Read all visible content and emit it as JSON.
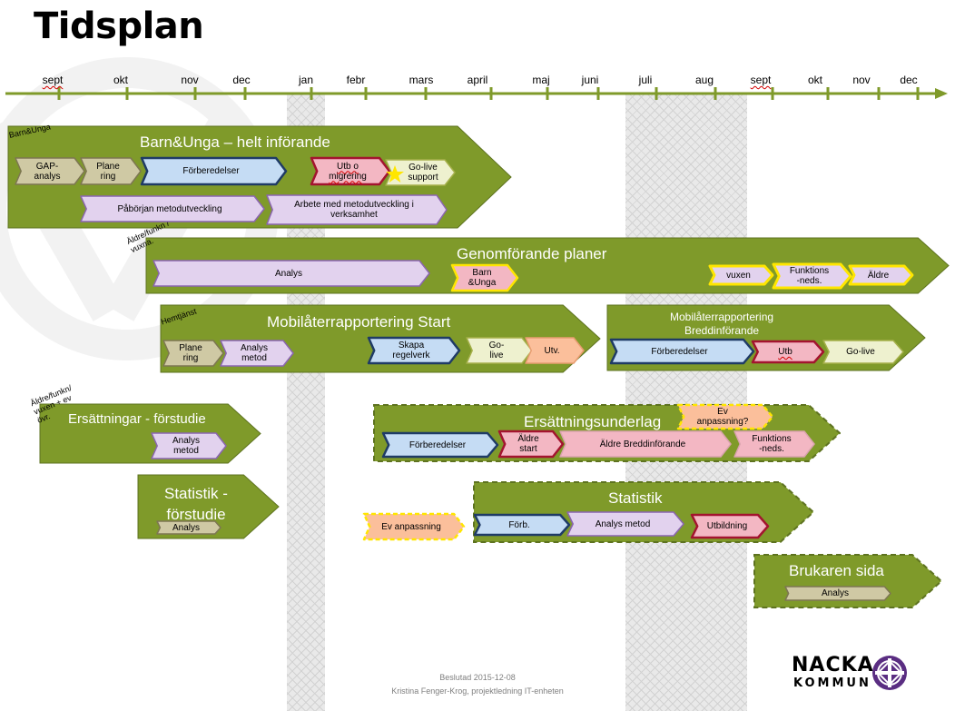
{
  "title": "Tidsplan",
  "months": [
    "sept",
    "okt",
    "nov",
    "dec",
    "jan",
    "febr",
    "mars",
    "april",
    "maj",
    "juni",
    "juli",
    "aug",
    "sept",
    "okt",
    "nov",
    "dec"
  ],
  "bands": {
    "barn": {
      "title": "Barn&Unga – helt införande",
      "corner": "Barn&Unga"
    },
    "genomforande": {
      "title": "Genomförande planer",
      "corner": "Äldre/funkn /\nvuxna."
    },
    "mobil_start": {
      "title": "Mobilåterrapportering Start",
      "corner": "Hemtjänst"
    },
    "mobil_bredd": {
      "title": "Mobilåterrapportering\nBreddinförande"
    },
    "ersatt_forstudie": {
      "title": "Ersättningar - förstudie",
      "corner": "Äldre/funkn/\nvuxen + ev\növr."
    },
    "ersattningsunderlag": {
      "title": "Ersättningsunderlag"
    },
    "statistik_forstudie": {
      "title": "Statistik -\nförstudie"
    },
    "statistik": {
      "title": "Statistik"
    },
    "brukaren": {
      "title": "Brukaren sida"
    }
  },
  "tasks": {
    "gap": "GAP-\nanalys",
    "planering1": "Plane\nring",
    "forberedelser1": "Förberedelser",
    "utb_migrering": "Utb o\nmigrering",
    "golive_support": "Go-live\nsupport",
    "metodutveckling": "Påbörjan metodutveckling",
    "arbete_metod": "Arbete med metodutveckling i\nverksamhet",
    "analys_gp": "Analys",
    "barn_unga": "Barn\n&Unga",
    "vuxen": "vuxen",
    "funktionsneds1": "Funktions\n-neds.",
    "aldre1": "Äldre",
    "planering2": "Plane\nring",
    "analys_metod1": "Analys\nmetod",
    "skapa_regelverk": "Skapa\nregelverk",
    "golive1": "Go-\nlive",
    "utv": "Utv.",
    "forberedelser2": "Förberedelser",
    "utb": "Utb",
    "golive2": "Go-live",
    "analys_metod2": "Analys\nmetod",
    "forberedelser3": "Förberedelser",
    "aldre_start": "Äldre\nstart",
    "aldre_bredd": "Äldre Breddinförande",
    "funktionsneds2": "Funktions\n-neds.",
    "ev_anpassning_q": "Ev\nanpassning?",
    "analys_sf": "Analys",
    "ev_anpassning": "Ev anpassning",
    "forb": "Förb.",
    "analys_metod3": "Analys metod",
    "utbildning": "Utbildning",
    "analys_bs": "Analys"
  },
  "footer": {
    "line1": "Beslutad 2015-12-08",
    "line2": "Kristina Fenger-Krog, projektledning IT-enheten"
  },
  "logo": {
    "line1": "NACKA",
    "line2": "KOMMUN"
  },
  "colors": {
    "band_fill": "#7f9a2a",
    "band_stroke": "#5e7320",
    "analysis_fill": "#cfc9a4",
    "prep_fill": "#c5dcf4",
    "prep_stroke": "#1f3b66",
    "method_fill": "#e2d2ee",
    "method_stroke": "#8a64b0",
    "train_fill": "#f3b7c3",
    "train_stroke": "#a3142f",
    "golive_fill": "#eef1cf",
    "dev_fill": "#fbbf9b",
    "yellow_stroke": "#ffe600",
    "hatch": "#e9e9e9"
  }
}
